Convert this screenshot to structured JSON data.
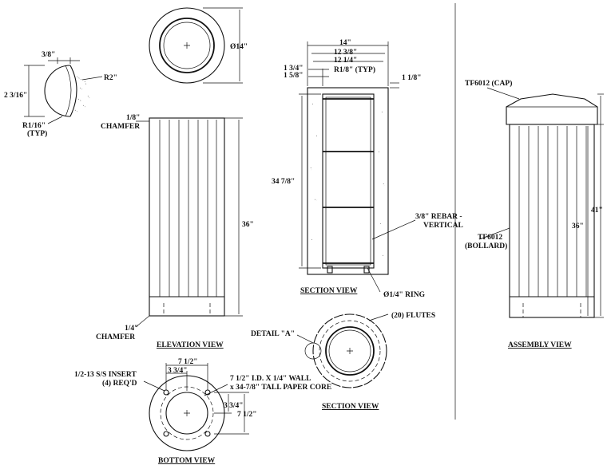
{
  "labels": {
    "top_dia": "Ø14\"",
    "detail_3_8": "3/8\"",
    "detail_r2": "R2\"",
    "detail_2_3_16": "2 3/16\"",
    "detail_r1_16": "R1/16\"",
    "detail_typ": "(TYP)",
    "elev_chamfer_top_a": "1/8\"",
    "elev_chamfer_top_b": "CHAMFER",
    "elev_height": "36\"",
    "elev_chamfer_bot_a": "1/4\"",
    "elev_chamfer_bot_b": "CHAMFER",
    "sec_14": "14\"",
    "sec_12_3_8": "12 3/8\"",
    "sec_12_1_4": "12 1/4\"",
    "sec_1_3_4": "1 3/4\"",
    "sec_1_5_8": "1 5/8\"",
    "sec_r1_8": "R1/8\" (TYP)",
    "sec_1_1_8": "1 1/8\"",
    "sec_34_7_8": "34 7/8\"",
    "sec_rebar_a": "3/8\" REBAR -",
    "sec_rebar_b": "VERTICAL",
    "sec_ring": "Ø1/4\" RING",
    "flutes": "(20) FLUTES",
    "detail_a": "DETAIL \"A\"",
    "bot_7_1_2_top": "7 1/2\"",
    "bot_3_3_4_top": "3 3/4\"",
    "bot_insert_a": "1/2-13 S/S INSERT",
    "bot_insert_b": "(4) REQ'D",
    "bot_core_a": "7 1/2\" I.D. X 1/4\" WALL",
    "bot_core_b": "x 34-7/8\" TALL PAPER CORE",
    "bot_3_3_4_right": "3 3/4\"",
    "bot_7_1_2_right": "7 1/2\"",
    "asm_cap": "TF6012 (CAP)",
    "asm_41": "41\"",
    "asm_36": "36\"",
    "asm_bollard_a": "TF6012",
    "asm_bollard_b": "(BOLLARD)"
  },
  "titles": {
    "elevation": "ELEVATION VIEW",
    "section_upper": "SECTION VIEW",
    "section_lower": "SECTION VIEW",
    "bottom": "BOTTOM VIEW",
    "assembly": "ASSEMBLY VIEW"
  }
}
